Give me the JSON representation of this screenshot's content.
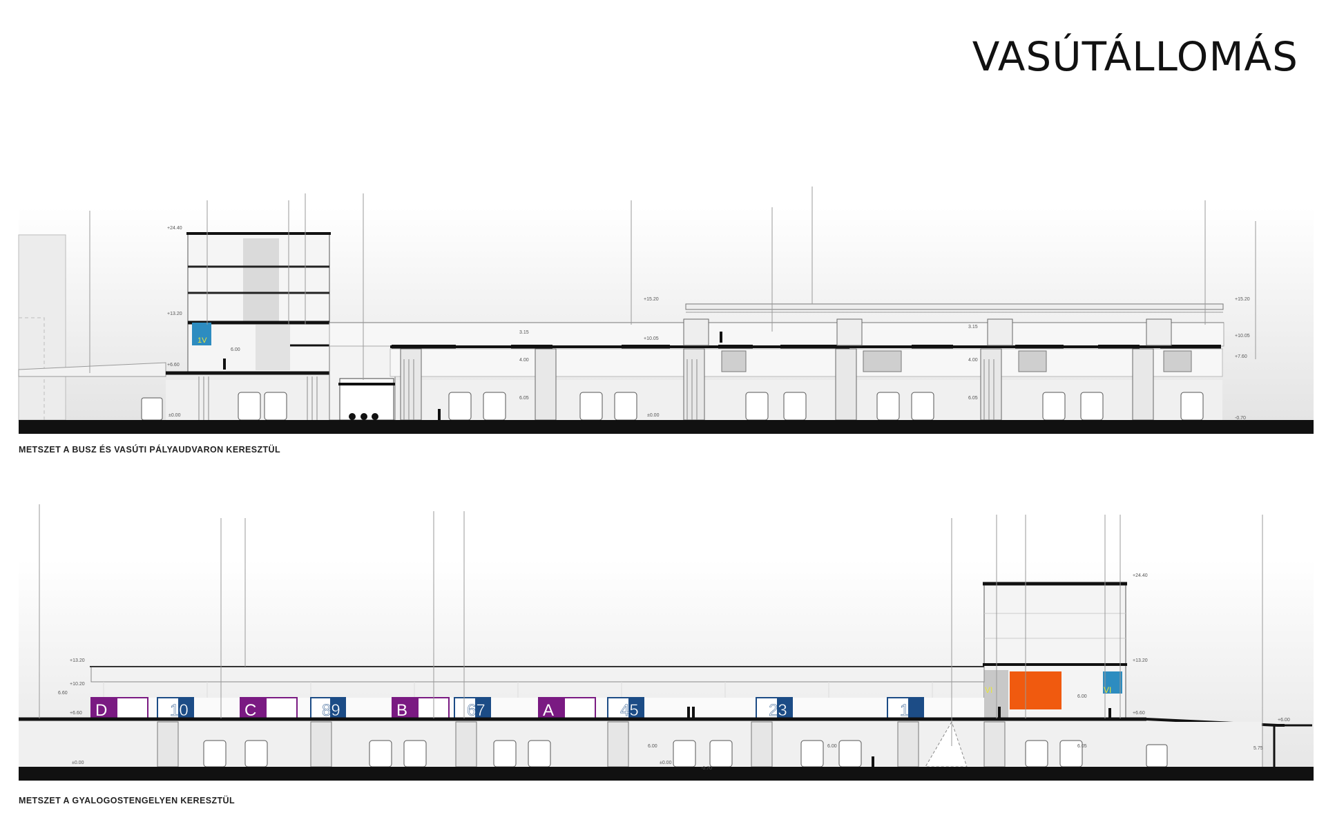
{
  "title": "VASÚTÁLLOMÁS",
  "section1": {
    "caption": "METSZET A BUSZ ÉS VASÚTI PÁLYAUDVARON KERESZTÜL",
    "elevations": [
      "+24.40",
      "+13.20",
      "+6.60",
      "±0.00",
      "+15.20",
      "+10.05",
      "±0.00",
      "+15.20",
      "+10.05",
      "+7.60",
      "-0.70"
    ],
    "dims": [
      "6.00",
      "3.15",
      "4.00",
      "6.05",
      "3.15",
      "4.00",
      "6.05"
    ],
    "signs": [
      "1V"
    ]
  },
  "section2": {
    "caption": "METSZET A GYALOGOSTENGELYEN KERESZTÜL",
    "elevations": [
      "+13.20",
      "+10.20",
      "+6.60",
      "±0.00",
      "±0.00",
      "-0.70",
      "+24.40",
      "+13.20",
      "+6.60",
      "+6.00"
    ],
    "dims": [
      "6.60",
      "6.00",
      "6.00",
      "5.75",
      "6.00",
      "6.05"
    ],
    "platforms": [
      {
        "letter": "D",
        "number": ""
      },
      {
        "letter": "",
        "number": "10"
      },
      {
        "letter": "C",
        "number": ""
      },
      {
        "letter": "",
        "number": "89"
      },
      {
        "letter": "B",
        "number": ""
      },
      {
        "letter": "",
        "number": "67"
      },
      {
        "letter": "A",
        "number": ""
      },
      {
        "letter": "",
        "number": "45"
      },
      {
        "letter": "",
        "number": "23"
      },
      {
        "letter": "",
        "number": "1"
      }
    ],
    "signs": [
      "VI",
      "VI"
    ]
  },
  "colors": {
    "purple": "#7a1a82",
    "blue": "#1c4c86",
    "cyan": "#2d8cc0",
    "orange": "#f05a0f",
    "yellow": "#e8e63a",
    "ground": "#111111"
  }
}
